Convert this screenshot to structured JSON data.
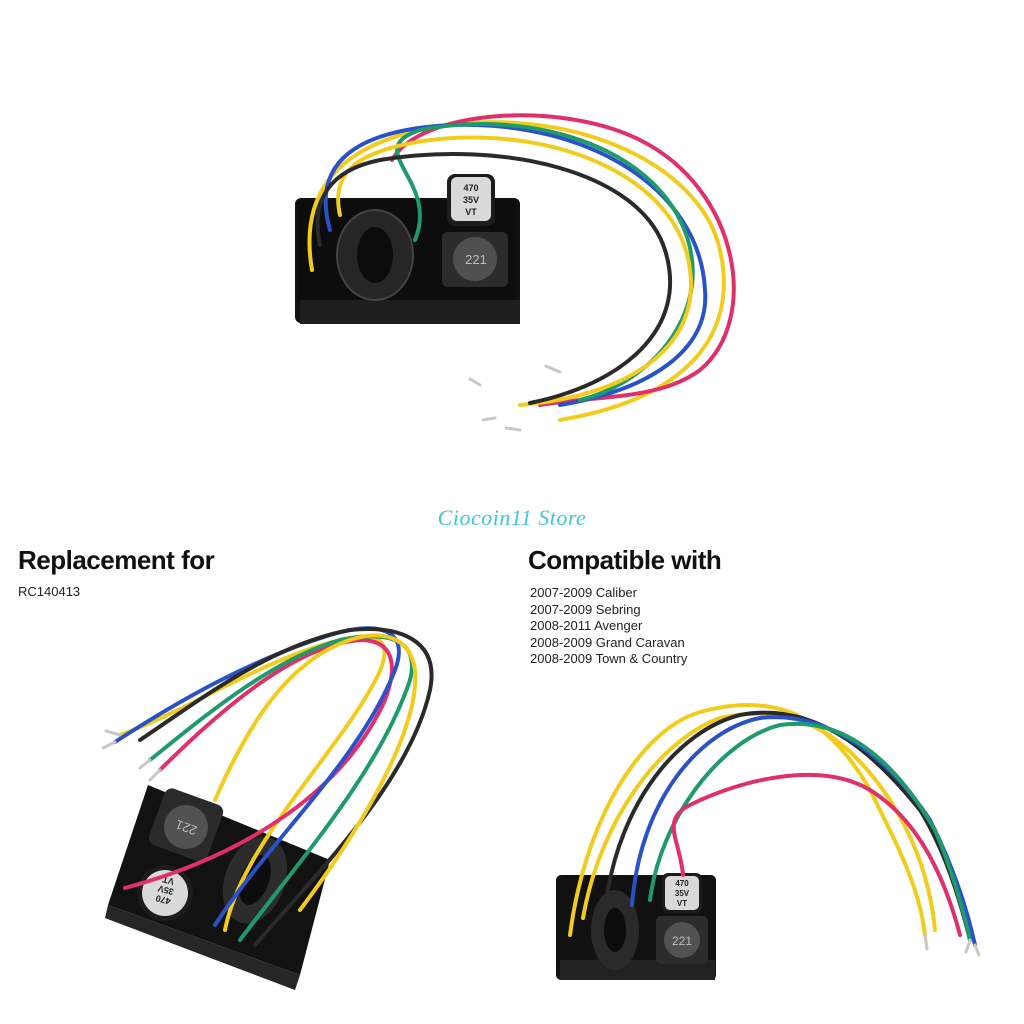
{
  "watermark": "Ciocoin11 Store",
  "replacement": {
    "heading": "Replacement for",
    "part_number": "RC140413"
  },
  "compatible": {
    "heading": "Compatible with",
    "items": [
      {
        "years": "2007-2009",
        "model": "Caliber"
      },
      {
        "years": "2007-2009",
        "model": "Sebring"
      },
      {
        "years": "2008-2011",
        "model": "Avenger"
      },
      {
        "years": "2008-2009",
        "model": "Grand Caravan"
      },
      {
        "years": "2008-2009",
        "model": "Town & Country"
      }
    ]
  },
  "component_labels": {
    "capacitor_value": "470",
    "capacitor_voltage": "35V",
    "capacitor_series": "VT",
    "inductor_code": "221"
  },
  "colors": {
    "wire_yellow": "#f2cc1c",
    "wire_red": "#e0306a",
    "wire_blue": "#2a52c8",
    "wire_green": "#1f9a6a",
    "wire_black": "#2a2a2a",
    "module": "#141414",
    "watermark": "#3cc8d8"
  }
}
